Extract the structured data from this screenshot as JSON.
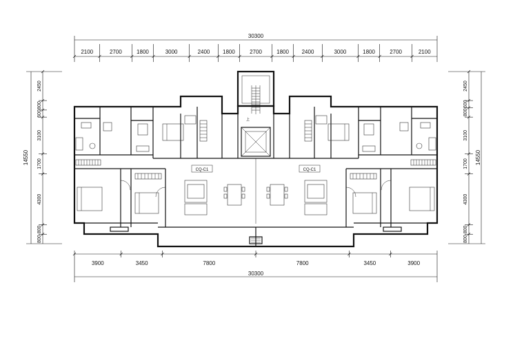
{
  "dimensions": {
    "top_total": "30300",
    "top_segments": [
      "2100",
      "2700",
      "1800",
      "3000",
      "2400",
      "1800",
      "2700",
      "1800",
      "2400",
      "3000",
      "1800",
      "2700",
      "2100"
    ],
    "bottom_segments": [
      "3900",
      "3450",
      "7800",
      "7800",
      "3450",
      "3900"
    ],
    "bottom_total": "30300",
    "left_segments": [
      "2450",
      "800",
      "600",
      "3100",
      "1700",
      "4300",
      "800",
      "800"
    ],
    "left_total": "14550",
    "right_segments": [
      "2450",
      "600",
      "800",
      "3100",
      "1700",
      "4300",
      "800",
      "800"
    ],
    "right_total": "14550"
  },
  "unit_labels": [
    "CQ-C1",
    "CQ-C1"
  ],
  "stair_label": "上",
  "colors": {
    "line": "#111111",
    "background": "#ffffff"
  }
}
